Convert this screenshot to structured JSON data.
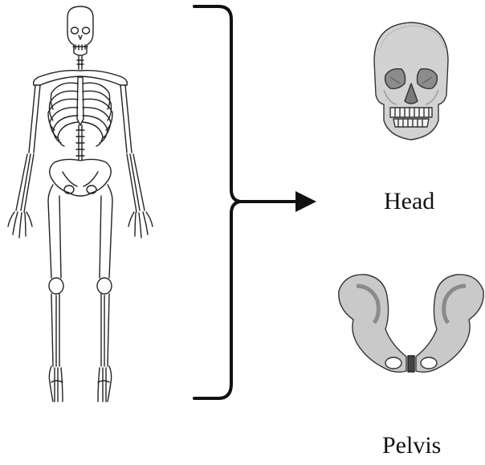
{
  "labels": {
    "head": "Head",
    "pelvis": "Pelvis"
  },
  "colors": {
    "line": "#111111",
    "bone_fill": "#cfcfcf",
    "bone_shade": "#9a9a9a",
    "background": "#ffffff"
  },
  "icons": [
    "skeleton-icon",
    "skull-icon",
    "pelvis-icon",
    "right-brace",
    "arrow-icon"
  ]
}
